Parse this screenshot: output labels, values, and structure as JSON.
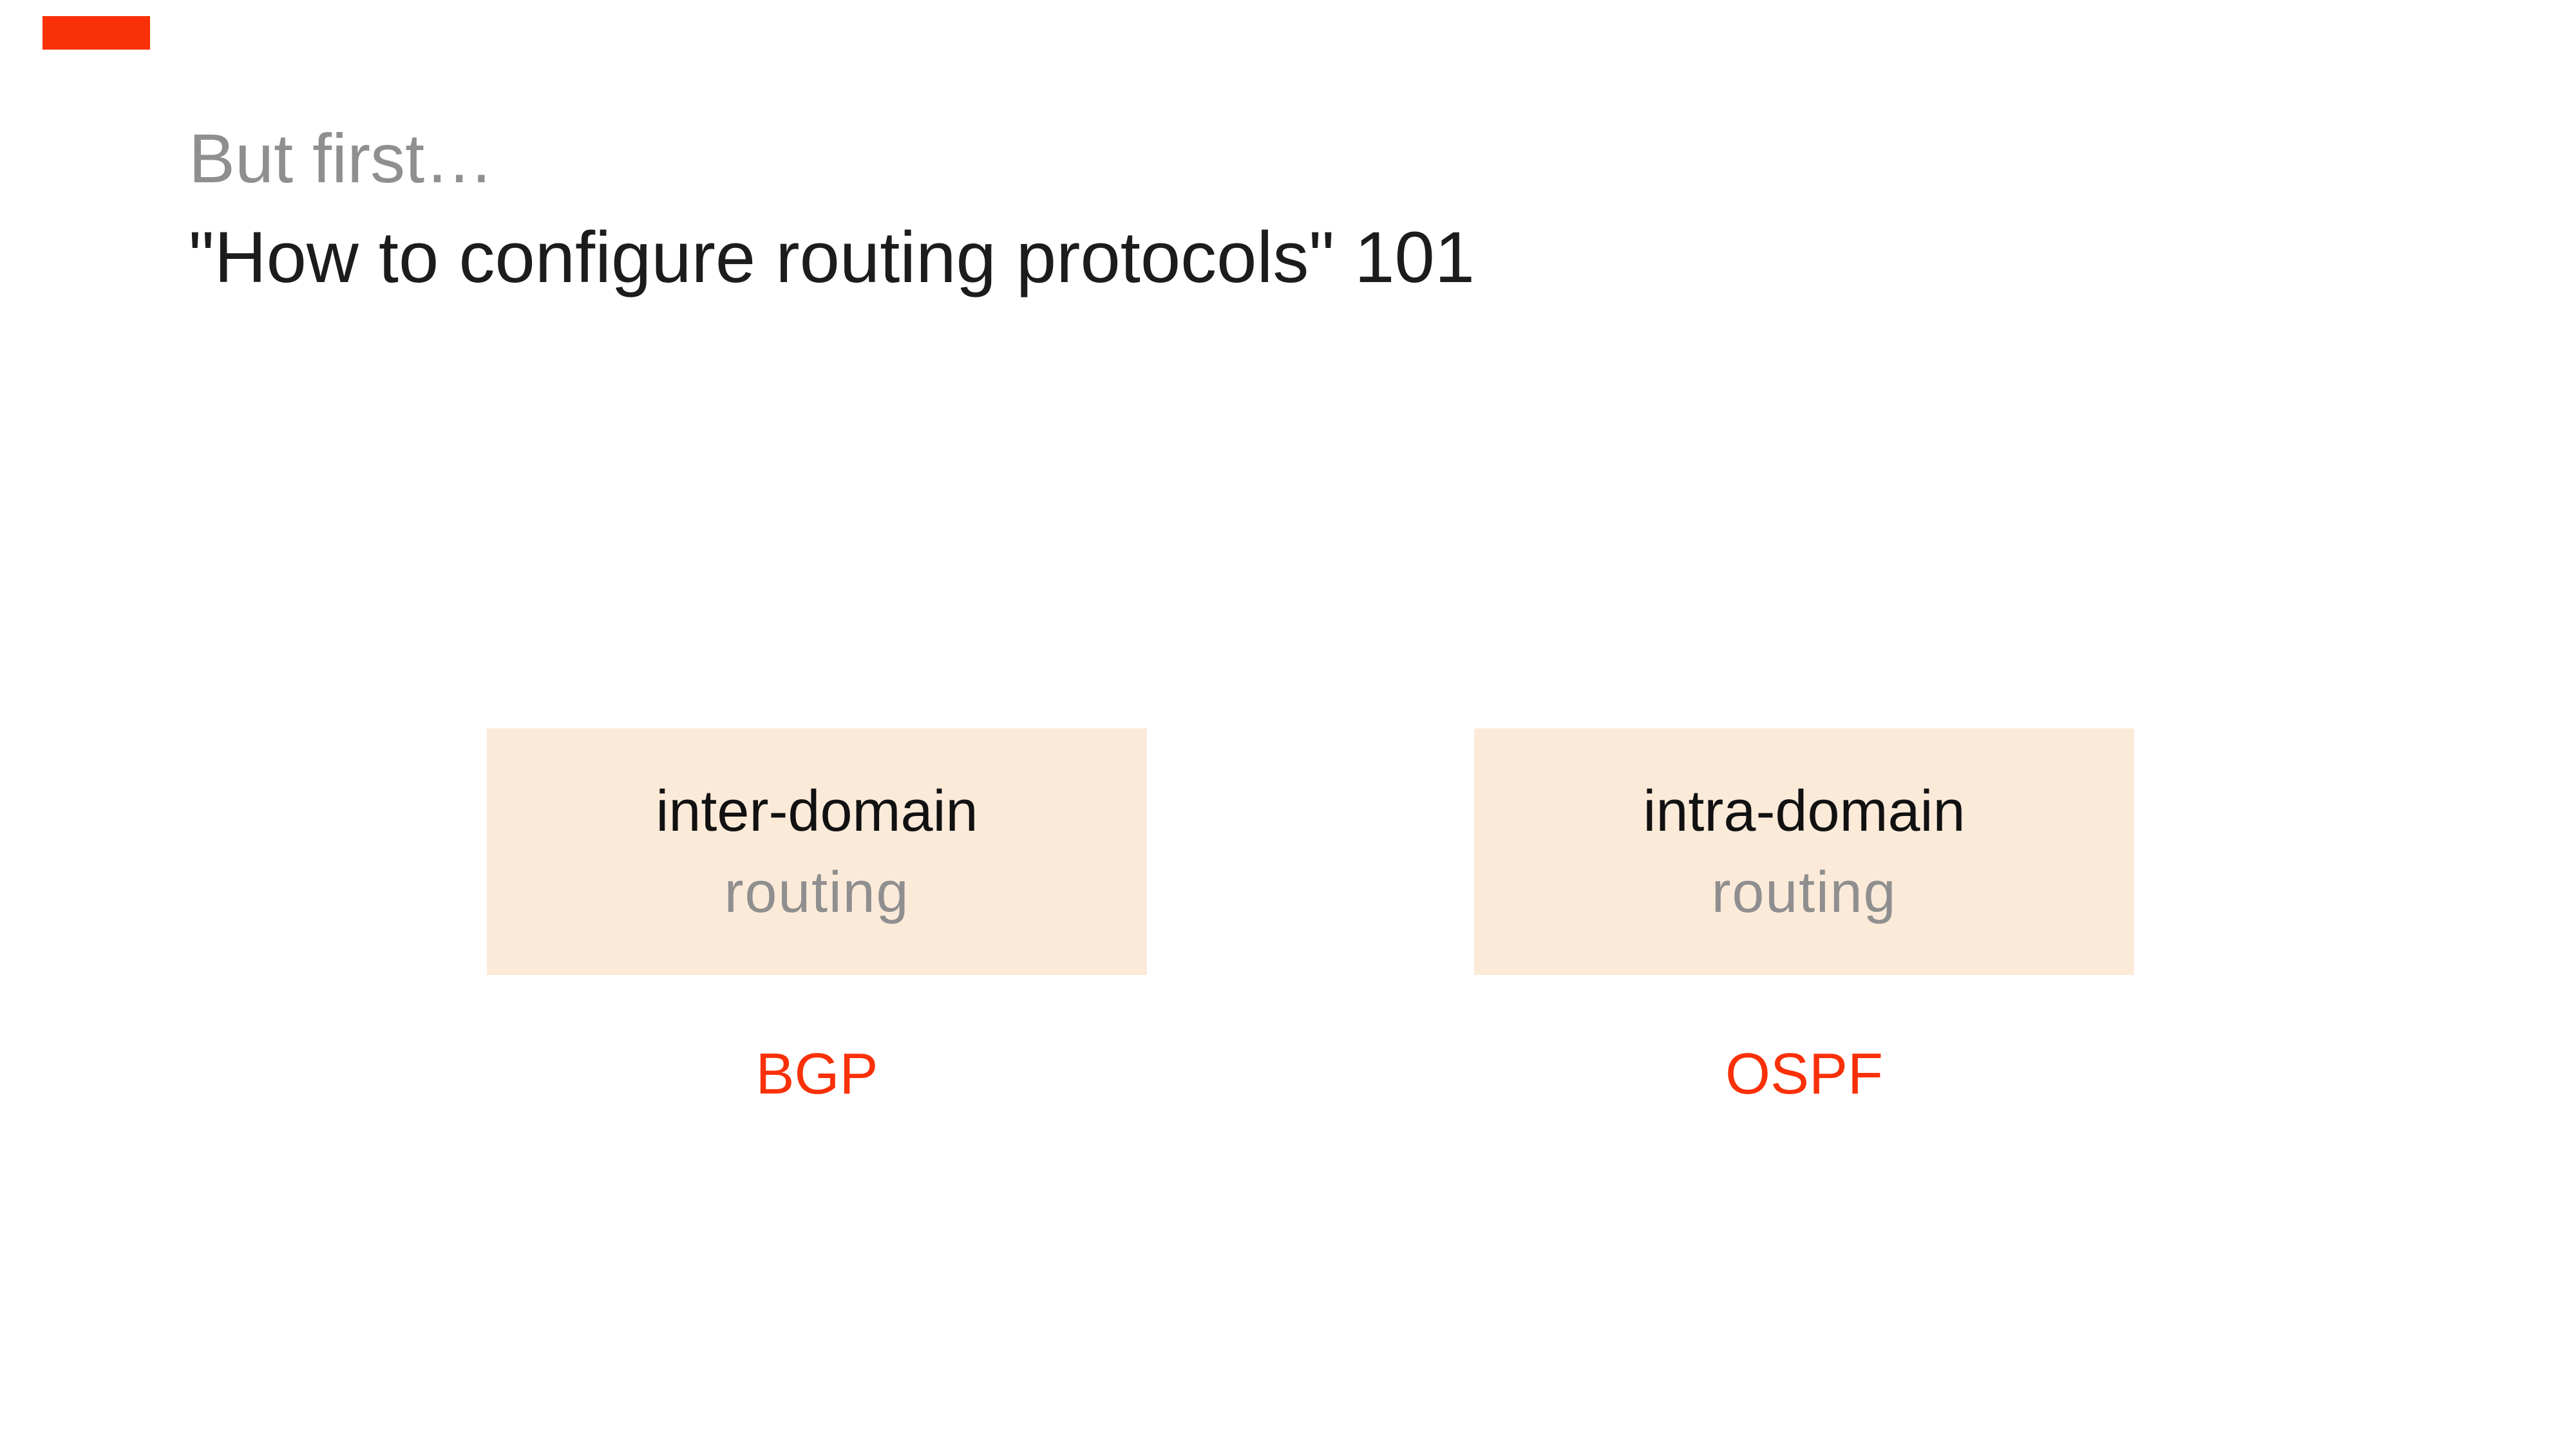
{
  "slide": {
    "kicker": "But first…",
    "title": "\"How to configure routing protocols\" 101",
    "cards": [
      {
        "line1": "inter-domain",
        "line2": "routing",
        "protocol": "BGP"
      },
      {
        "line1": "intra-domain",
        "line2": "routing",
        "protocol": "OSPF"
      }
    ],
    "colors": {
      "accent_red": "#f93008",
      "card_bg": "#fcead9",
      "muted_gray": "#8f8f8f",
      "title_dark": "#1c1c1c",
      "card_text_dark": "#111111",
      "background": "#ffffff"
    }
  }
}
